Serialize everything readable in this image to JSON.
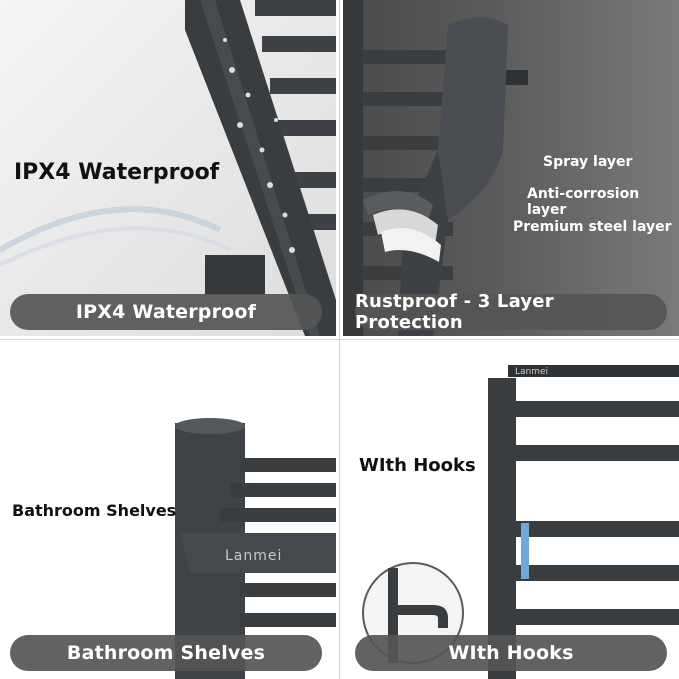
{
  "panels": {
    "waterproof": {
      "heading": "IPX4  Waterproof",
      "pill": "IPX4   Waterproof"
    },
    "rustproof": {
      "layers": [
        "Spray layer",
        "Anti-corrosion layer",
        "Premium steel layer"
      ],
      "pill": "Rustproof - 3 Layer Protection"
    },
    "shelves": {
      "heading": "Bathroom Shelves",
      "brand_on_product": "Lanmei",
      "pill": "Bathroom Shelves"
    },
    "hooks": {
      "heading": "WIth Hooks",
      "brand_on_product": "Lanmei",
      "pill": "WIth  Hooks"
    }
  },
  "colors": {
    "pill_background": "#555555",
    "product_metal": "#3a3d40"
  }
}
